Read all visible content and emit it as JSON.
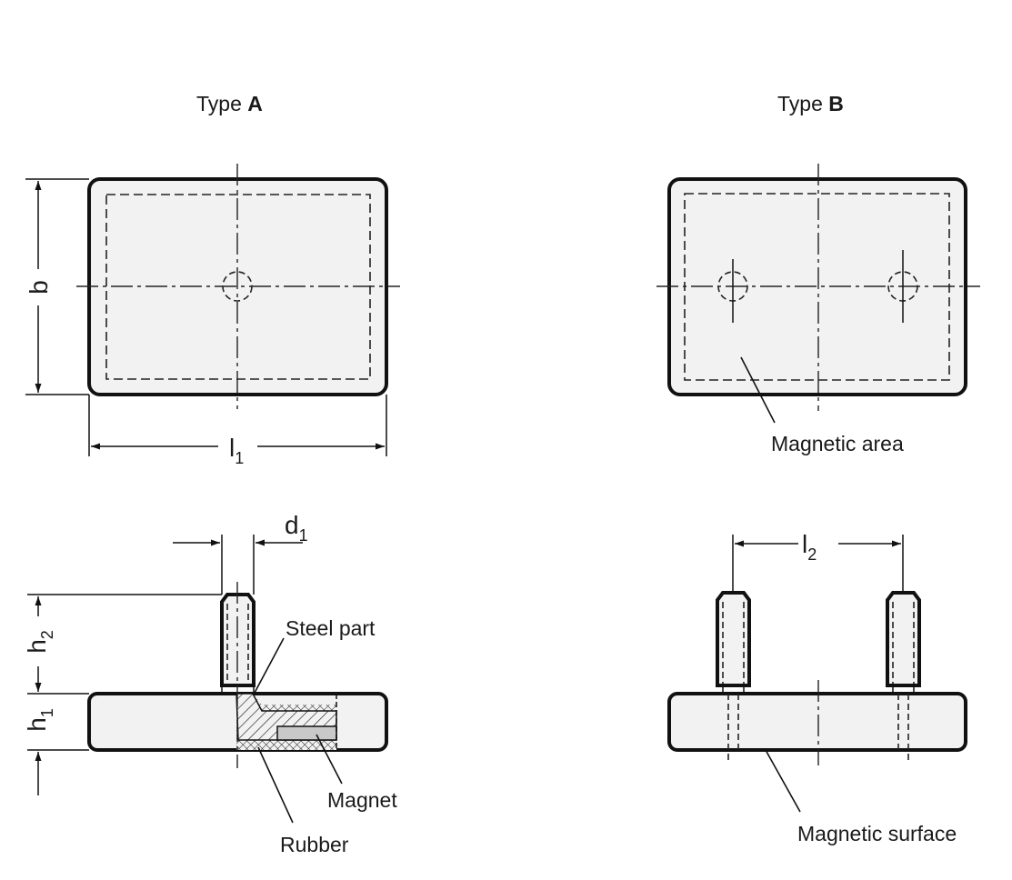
{
  "titles": {
    "type_a_prefix": "Type ",
    "type_a_letter": "A",
    "type_b_prefix": "Type ",
    "type_b_letter": "B"
  },
  "dimensions": {
    "b": "b",
    "l1_main": "l",
    "l1_sub": "1",
    "d1_main": "d",
    "d1_sub": "1",
    "h2_main": "h",
    "h2_sub": "2",
    "h1_main": "h",
    "h1_sub": "1",
    "l2_main": "l",
    "l2_sub": "2"
  },
  "callouts": {
    "steel_part": "Steel part",
    "magnet": "Magnet",
    "rubber": "Rubber",
    "magnetic_area": "Magnetic area",
    "magnetic_surface": "Magnetic surface"
  }
}
